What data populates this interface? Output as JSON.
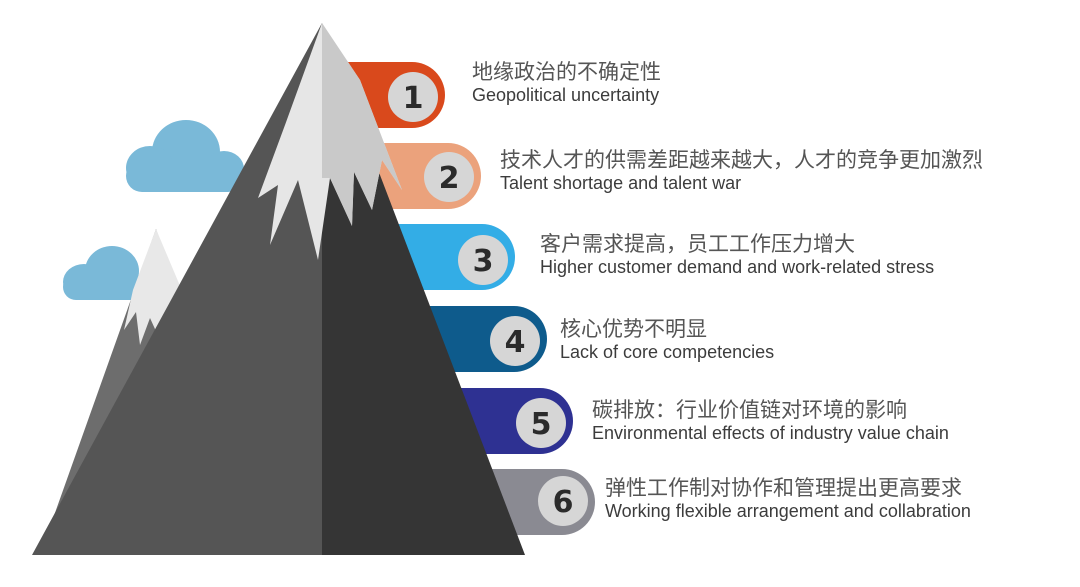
{
  "colors": {
    "band_1": "#d9491c",
    "band_2": "#eba27c",
    "band_3": "#33ade6",
    "band_4": "#0e5b8c",
    "band_5": "#2e3192",
    "band_6": "#8a8a92",
    "badge": "#d6d6d6",
    "mountain_left": "#555555",
    "mountain_right": "#353535",
    "snow": "#e6e6e6",
    "cloud": "#7ab9d8"
  },
  "items": [
    {
      "number": "1",
      "zh": "地缘政治的不确定性",
      "en": "Geopolitical uncertainty"
    },
    {
      "number": "2",
      "zh": "技术人才的供需差距越来越大，人才的竞争更加激烈",
      "en": "Talent shortage and talent war"
    },
    {
      "number": "3",
      "zh": "客户需求提高，员工工作压力增大",
      "en": "Higher customer demand and work-related stress"
    },
    {
      "number": "4",
      "zh": "核心优势不明显",
      "en": "Lack of core competencies"
    },
    {
      "number": "5",
      "zh": "碳排放：行业价值链对环境的影响",
      "en": "Environmental effects of industry value chain"
    },
    {
      "number": "6",
      "zh": "弹性工作制对协作和管理提出更高要求",
      "en": "Working flexible arrangement and collabration"
    }
  ]
}
